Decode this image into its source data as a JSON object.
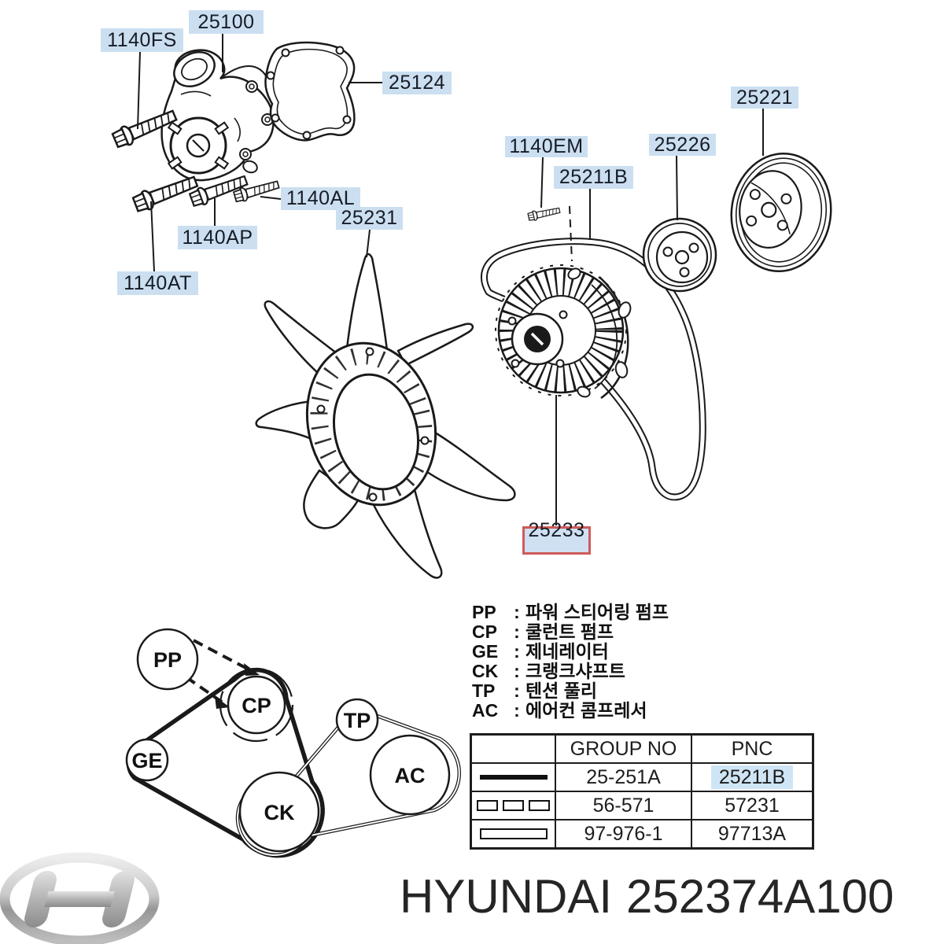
{
  "callouts": [
    {
      "text": "1140FS"
    },
    {
      "text": "25100"
    },
    {
      "text": "25124"
    },
    {
      "text": "1140EM"
    },
    {
      "text": "25211B"
    },
    {
      "text": "25226"
    },
    {
      "text": "25221"
    },
    {
      "text": "1140AL"
    },
    {
      "text": "25231"
    },
    {
      "text": "1140AP"
    },
    {
      "text": "1140AT"
    },
    {
      "text": "25233",
      "highlighted": true
    }
  ],
  "legend": {
    "separator": ":",
    "items": [
      {
        "code": "PP",
        "name": "파워 스티어링 펌프"
      },
      {
        "code": "CP",
        "name": "쿨런트 펌프"
      },
      {
        "code": "GE",
        "name": "제네레이터"
      },
      {
        "code": "CK",
        "name": "크랭크샤프트"
      },
      {
        "code": "TP",
        "name": "텐션 풀리"
      },
      {
        "code": "AC",
        "name": "에어컨 콤프레서"
      }
    ]
  },
  "table": {
    "headers": {
      "symbol": "",
      "group_no": "GROUP NO",
      "pnc": "PNC"
    },
    "rows": [
      {
        "symbol": "solid-line",
        "group_no": "25-251A",
        "pnc": "25211B",
        "pnc_highlighted": true
      },
      {
        "symbol": "dashed-boxes",
        "group_no": "56-571",
        "pnc": "57231",
        "pnc_highlighted": false
      },
      {
        "symbol": "outline-box",
        "group_no": "97-976-1",
        "pnc": "97713A",
        "pnc_highlighted": false
      }
    ]
  },
  "routing_diagram": {
    "nodes": [
      {
        "code": "PP"
      },
      {
        "code": "CP"
      },
      {
        "code": "TP"
      },
      {
        "code": "GE"
      },
      {
        "code": "CK"
      },
      {
        "code": "AC"
      }
    ]
  },
  "footer": {
    "brand": "HYUNDAI",
    "part_number": "252374A100"
  },
  "colors": {
    "label_bg": "#cbdff1",
    "highlight_border": "#d05a5a",
    "pnc_highlight_bg": "#cfe5f5",
    "line": "#1a1a1a"
  }
}
